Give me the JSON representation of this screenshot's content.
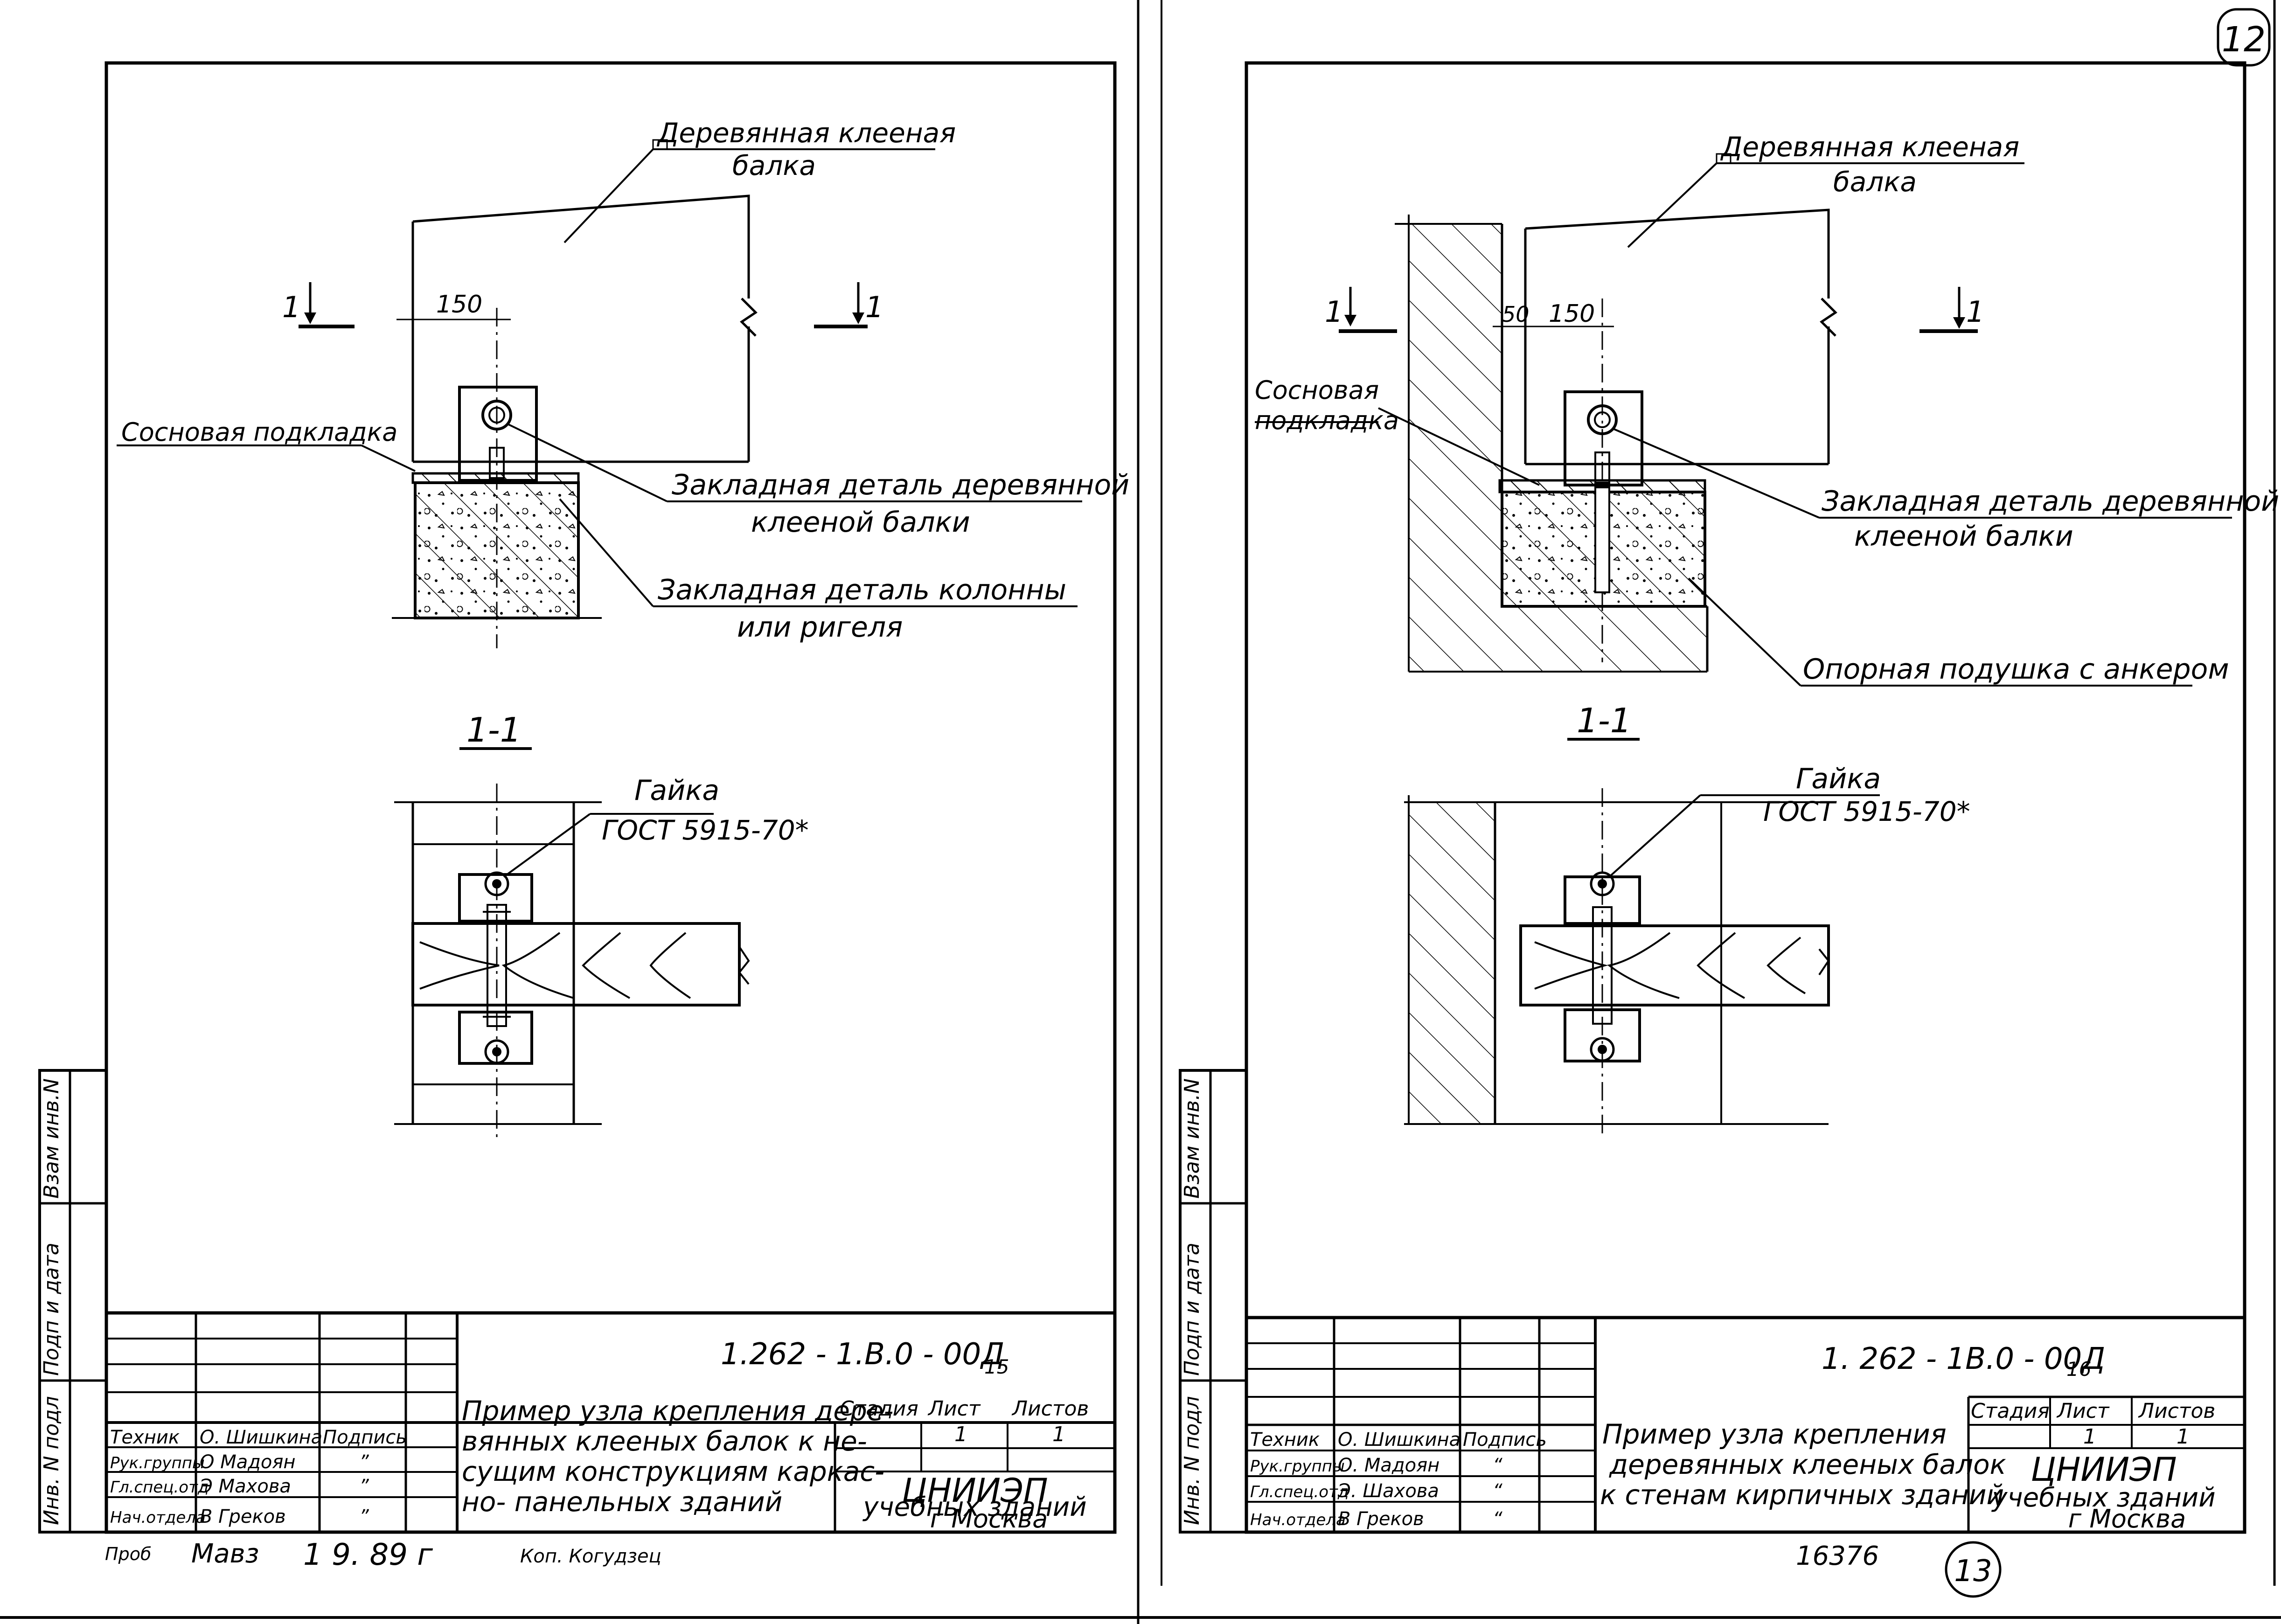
{
  "page_number": "12",
  "sheet_left": {
    "labels": {
      "beam_l1": "Деревянная клееная",
      "beam_l2": "балка",
      "pine_pad": "Сосновая подкладка",
      "embed_beam_l1": "Закладная деталь деревянной",
      "embed_beam_l2": "клееной балки",
      "embed_col_l1": "Закладная деталь колонны",
      "embed_col_l2": "или ригеля",
      "dim_150": "150",
      "cut_left": "1",
      "cut_right": "1",
      "section_title": "1-1",
      "nut_l1": "Гайка",
      "nut_l2": "ГОСТ 5915-70*"
    },
    "stamp": {
      "side": {
        "inv_orig": "Инв. N подл",
        "sign_date": "Подп и дата",
        "inv_repl": "Взам инв.N"
      },
      "doc_code": "1.262 - 1.В.0 - 00Д",
      "doc_sub": "15",
      "title": [
        "Пример узла крепления дере-",
        "вянных клееных балок к не-",
        "сущим конструкциям каркас-",
        "но- панельных зданий"
      ],
      "col_headers": {
        "stage": "Стадия",
        "sheet": "Лист",
        "sheets": "Листов"
      },
      "sheet_val": "1",
      "sheets_val": "1",
      "org_l1": "ЦНИИЭП",
      "org_l2": "учебных зданий",
      "org_l3": "г Москва",
      "signers": [
        {
          "role": "Техник",
          "name": "О. Шишкина",
          "sign": "Подпись"
        },
        {
          "role": "Рук.группы",
          "name": "О Мадоян",
          "sign": "”"
        },
        {
          "role": "Гл.спец.отд",
          "name": "Э Махова",
          "sign": "”"
        },
        {
          "role": "Нач.отдела",
          "name": "В Греков",
          "sign": "”"
        }
      ],
      "footer_note": "Проб",
      "footer_sign": "Мавз",
      "footer_date": "1 9. 89 г",
      "footer_copy": "Коп. Когудзец"
    }
  },
  "sheet_right": {
    "labels": {
      "beam_l1": "Деревянная клееная",
      "beam_l2": "балка",
      "pine_pad_l1": "Сосновая",
      "pine_pad_l2": "подкладка",
      "embed_beam_l1": "Закладная деталь деревянной",
      "embed_beam_l2": "клееной балки",
      "support_pad": "Опорная подушка с анкером",
      "dim_50": "50",
      "dim_150": "150",
      "cut_left": "1",
      "cut_right": "1",
      "section_title": "1-1",
      "nut_l1": "Гайка",
      "nut_l2": "ГОСТ 5915-70*"
    },
    "stamp": {
      "side": {
        "inv_orig": "Инв. N подл",
        "sign_date": "Подп и дата",
        "inv_repl": "Взам инв.N"
      },
      "doc_code": "1. 262 - 1В.0 - 00Д",
      "doc_sub": "16",
      "title": [
        "Пример узла крепления",
        "деревянных клееных балок",
        "к стенам кирпичных зданий"
      ],
      "col_headers": {
        "stage": "Стадия",
        "sheet": "Лист",
        "sheets": "Листов"
      },
      "sheet_val": "1",
      "sheets_val": "1",
      "org_l1": "ЦНИИЭП",
      "org_l2": "учебных зданий",
      "org_l3": "г Москва",
      "signers": [
        {
          "role": "Техник",
          "name": "О. Шишкина",
          "sign": "Подпись"
        },
        {
          "role": "Рук.группы",
          "name": "О. Мадоян",
          "sign": "“"
        },
        {
          "role": "Гл.спец.отд",
          "name": "Э. Шахова",
          "sign": "“"
        },
        {
          "role": "Нач.отдела",
          "name": "В Греков",
          "sign": "“"
        }
      ],
      "footer_num": "16376",
      "footer_circle": "13"
    }
  }
}
